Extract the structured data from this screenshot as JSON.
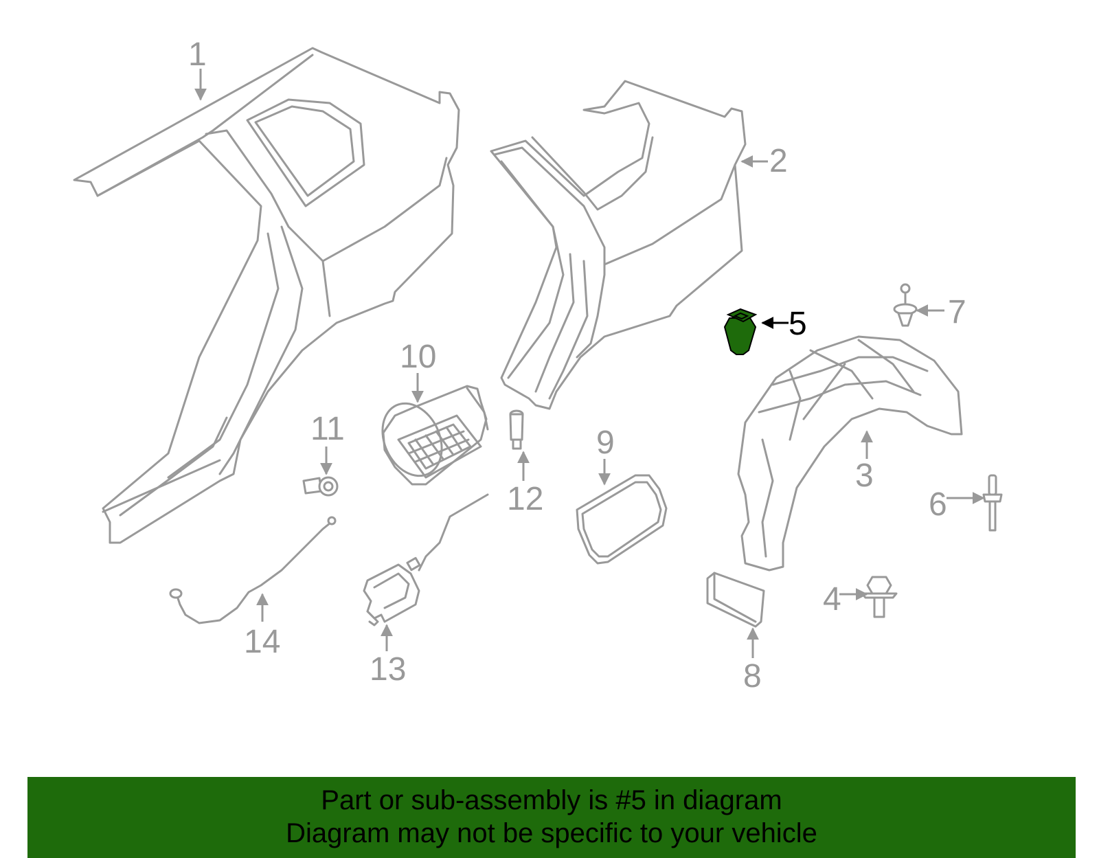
{
  "colors": {
    "outline": "#999999",
    "highlight_fill": "#1e6b0b",
    "highlight_text": "#000000",
    "banner_bg": "#1e6b0b",
    "background": "#ffffff"
  },
  "callouts": {
    "c1": "1",
    "c2": "2",
    "c3": "3",
    "c4": "4",
    "c5": "5",
    "c6": "6",
    "c7": "7",
    "c8": "8",
    "c9": "9",
    "c10": "10",
    "c11": "11",
    "c12": "12",
    "c13": "13",
    "c14": "14"
  },
  "highlighted_part": "5",
  "banner": {
    "line1": "Part or sub-assembly is #5 in diagram",
    "line2": "Diagram may not be specific to your vehicle"
  }
}
